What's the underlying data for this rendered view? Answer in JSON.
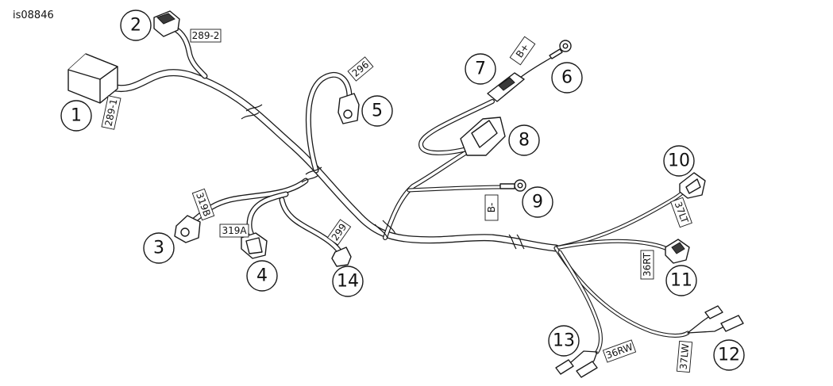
{
  "figure_id": "is08846",
  "callouts": [
    "1",
    "2",
    "3",
    "4",
    "5",
    "6",
    "7",
    "8",
    "9",
    "10",
    "11",
    "12",
    "13",
    "14"
  ],
  "wire_tags": [
    "289-2",
    "289-1",
    "296",
    "B+",
    "B-",
    "319B",
    "319A",
    "299",
    "37LT",
    "36RT",
    "36RW",
    "37LW"
  ]
}
